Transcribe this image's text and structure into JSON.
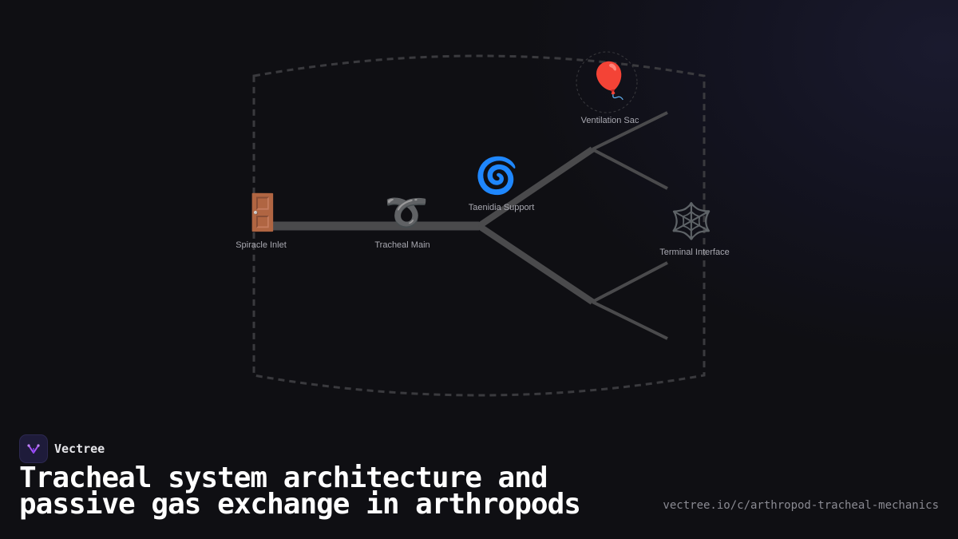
{
  "brand": {
    "name": "Vectree",
    "logo_icon": "vectree-logo-icon"
  },
  "title": "Tracheal system architecture and passive gas exchange in arthropods",
  "url": "vectree.io/c/arthropod-tracheal-mechanics",
  "colors": {
    "background": "#0f0f13",
    "trachea": "#4a4a4c",
    "boundary": "#3a3a3e",
    "label": "#a8a8b0",
    "brand_accent": "#a855f7"
  },
  "nodes": {
    "spiracle": {
      "label": "Spiracle Inlet",
      "icon": "🚪",
      "icon_name": "door-icon"
    },
    "tracheal_main": {
      "label": "Tracheal Main",
      "icon": "➰",
      "icon_name": "curly-loop-icon"
    },
    "taenidia": {
      "label": "Taenidia Support",
      "icon": "🌀",
      "icon_name": "cyclone-icon"
    },
    "ventilation_sac": {
      "label": "Ventilation Sac",
      "icon": "🎈",
      "icon_name": "balloon-icon"
    },
    "terminal": {
      "label": "Terminal Interface",
      "icon": "🕸️",
      "icon_name": "spider-web-icon"
    }
  }
}
